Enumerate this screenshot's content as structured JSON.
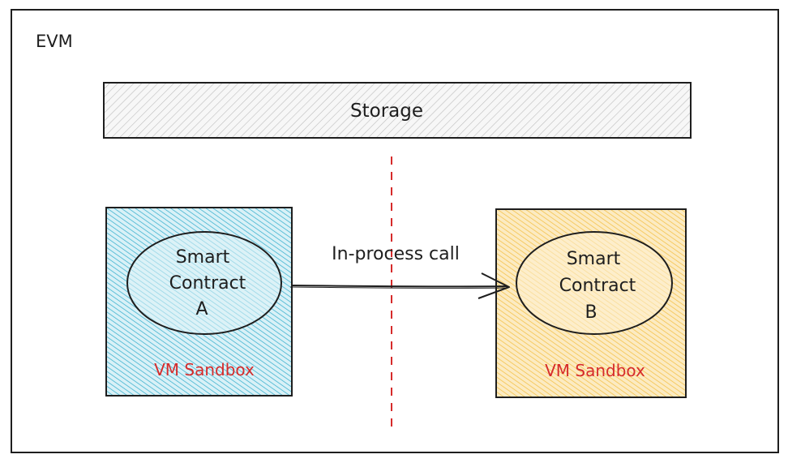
{
  "diagram": {
    "container_label": "EVM",
    "storage_label": "Storage",
    "call_label": "In-process call",
    "sandbox_a": {
      "contract_line1": "Smart",
      "contract_line2": "Contract",
      "contract_line3": "A",
      "sandbox_label": "VM Sandbox",
      "fill_color": "#1ba3c6"
    },
    "sandbox_b": {
      "contract_line1": "Smart",
      "contract_line2": "Contract",
      "contract_line3": "B",
      "sandbox_label": "VM Sandbox",
      "fill_color": "#f2b830"
    },
    "colors": {
      "stroke": "#1e1e1e",
      "storage_hatch": "#b8b8b8",
      "boundary_dash": "#d62b2b",
      "sandbox_label": "#d62b2b"
    }
  }
}
